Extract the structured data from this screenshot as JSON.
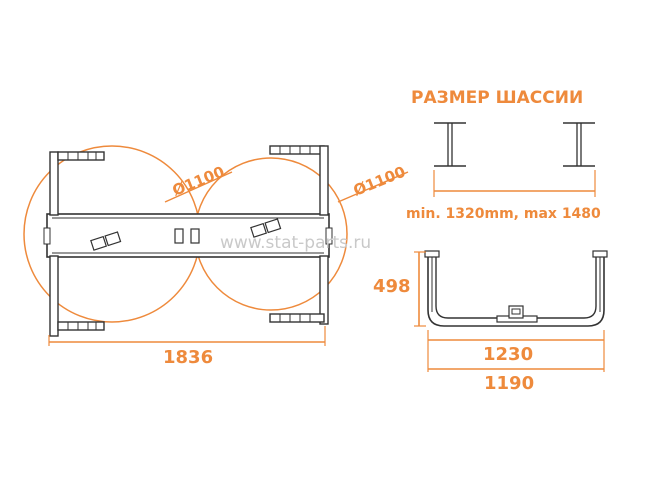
{
  "colors": {
    "accent": "#ee8a3c",
    "line": "#333333",
    "watermark": "#c9c9c9",
    "background": "#ffffff"
  },
  "title": "РАЗМЕР ШАССИИ",
  "plan_view": {
    "diameter_left": "Ø1100",
    "diameter_right": "Ø1100",
    "length": "1836"
  },
  "chassis_view": {
    "range_label": "min. 1320mm, max 1480"
  },
  "front_view": {
    "height": "498",
    "outer_width": "1230",
    "inner_width": "1190"
  },
  "watermark": "www.stat-parts.ru"
}
